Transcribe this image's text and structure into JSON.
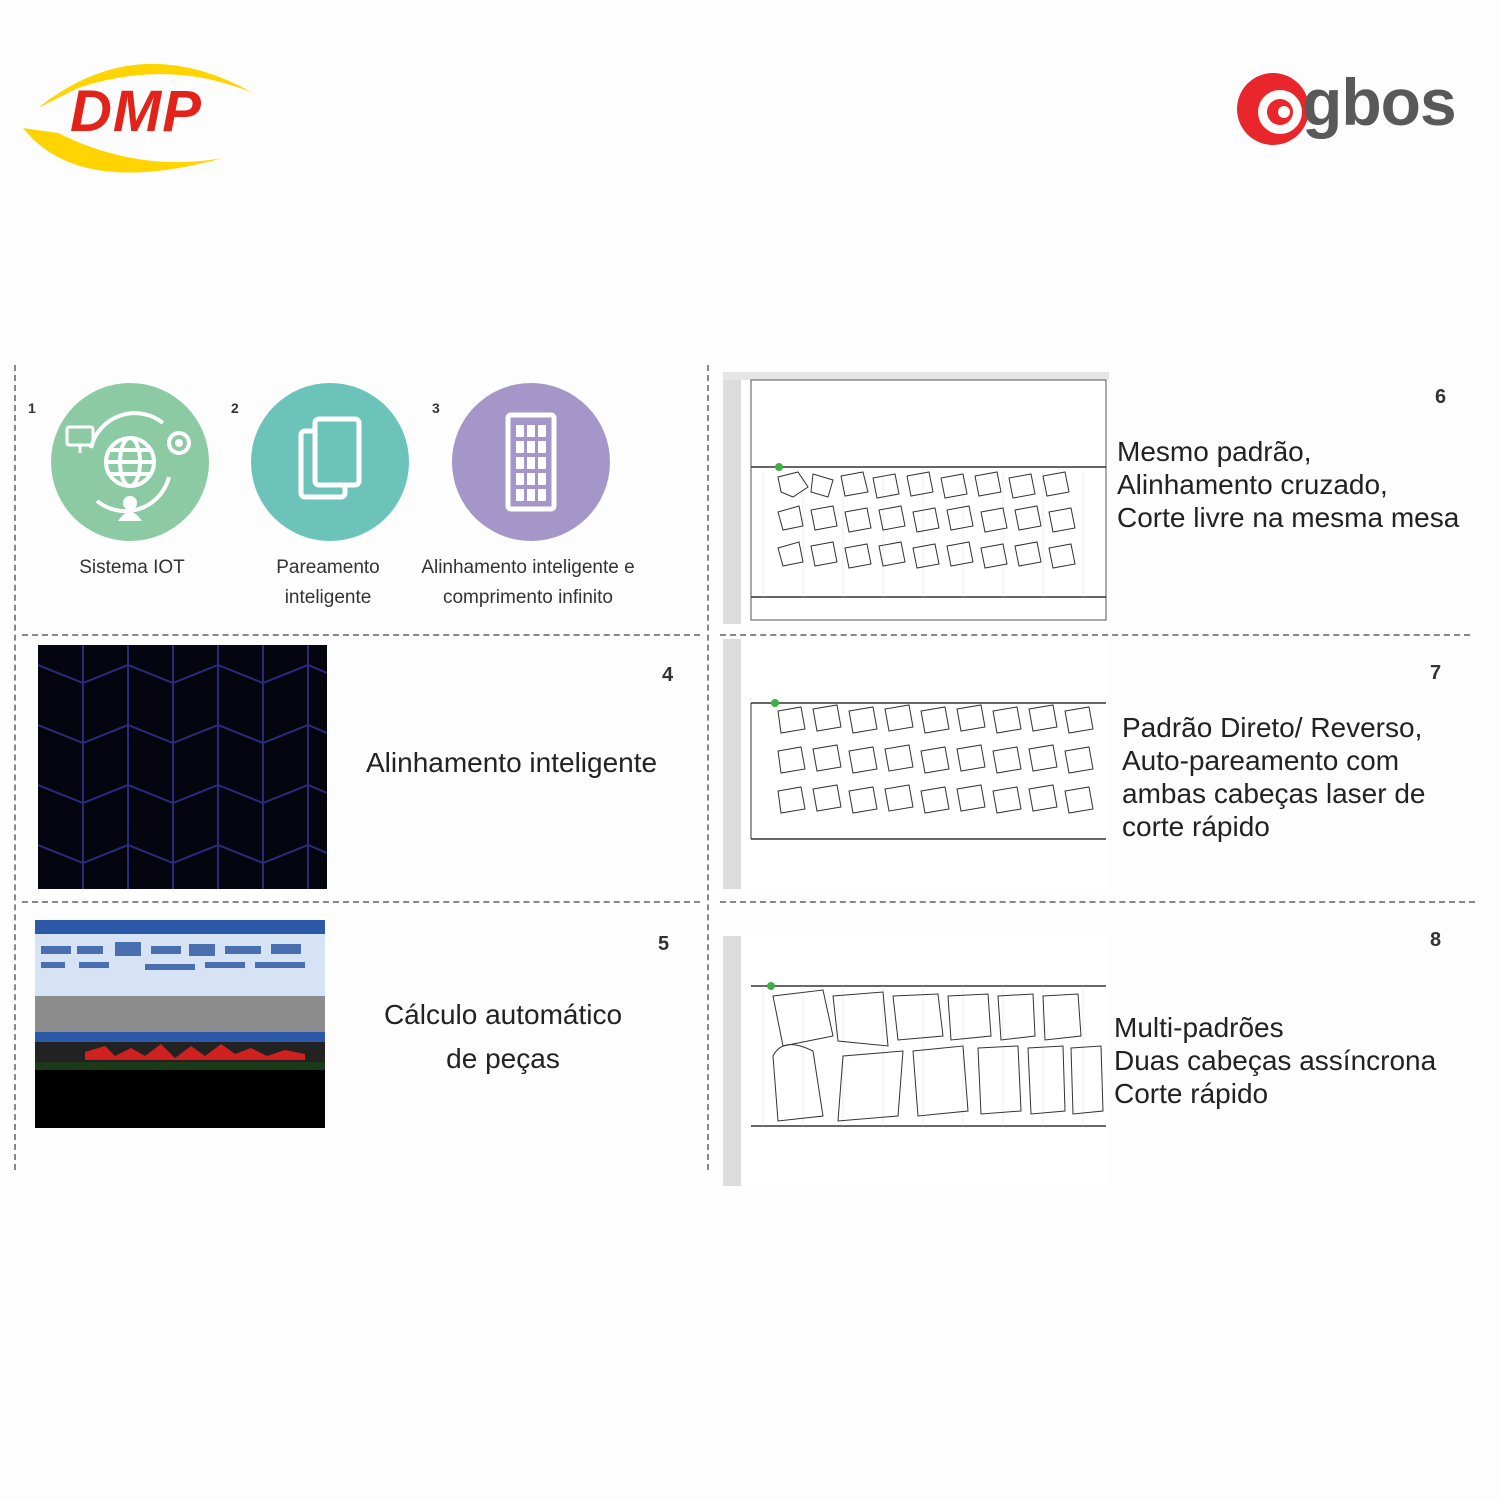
{
  "logos": {
    "left": {
      "text": "DMP",
      "colors": {
        "text": "#e2231a",
        "swoosh": "#ffd400"
      }
    },
    "right": {
      "text": "gbos",
      "colors": {
        "text": "#595959",
        "mark": "#e8262b"
      }
    }
  },
  "features_top": [
    {
      "number": "1",
      "label": "Sistema IOT",
      "icon": "iot-globe-icon",
      "color": "#8ccaa4"
    },
    {
      "number": "2",
      "label": "Pareamento inteligente",
      "icon": "pages-icon",
      "color": "#6cc3b9"
    },
    {
      "number": "3",
      "label": "Alinhamento inteligente e comprimento infinito",
      "icon": "nesting-sheet-icon",
      "color": "#a596c9"
    }
  ],
  "feature4": {
    "number": "4",
    "title": "Alinhamento inteligente"
  },
  "feature5": {
    "number": "5",
    "line1": "Cálculo automático",
    "line2": "de peças"
  },
  "feature6": {
    "number": "6",
    "lines": [
      "Mesmo padrão,",
      "Alinhamento cruzado,",
      "Corte livre na mesma mesa"
    ]
  },
  "feature7": {
    "number": "7",
    "lines": [
      "Padrão Direto/ Reverso,",
      "Auto-pareamento com",
      "ambas cabeças laser de",
      "corte rápido"
    ]
  },
  "feature8": {
    "number": "8",
    "lines": [
      "Multi-padrões",
      "Duas cabeças assíncrona",
      "Corte rápido"
    ]
  }
}
